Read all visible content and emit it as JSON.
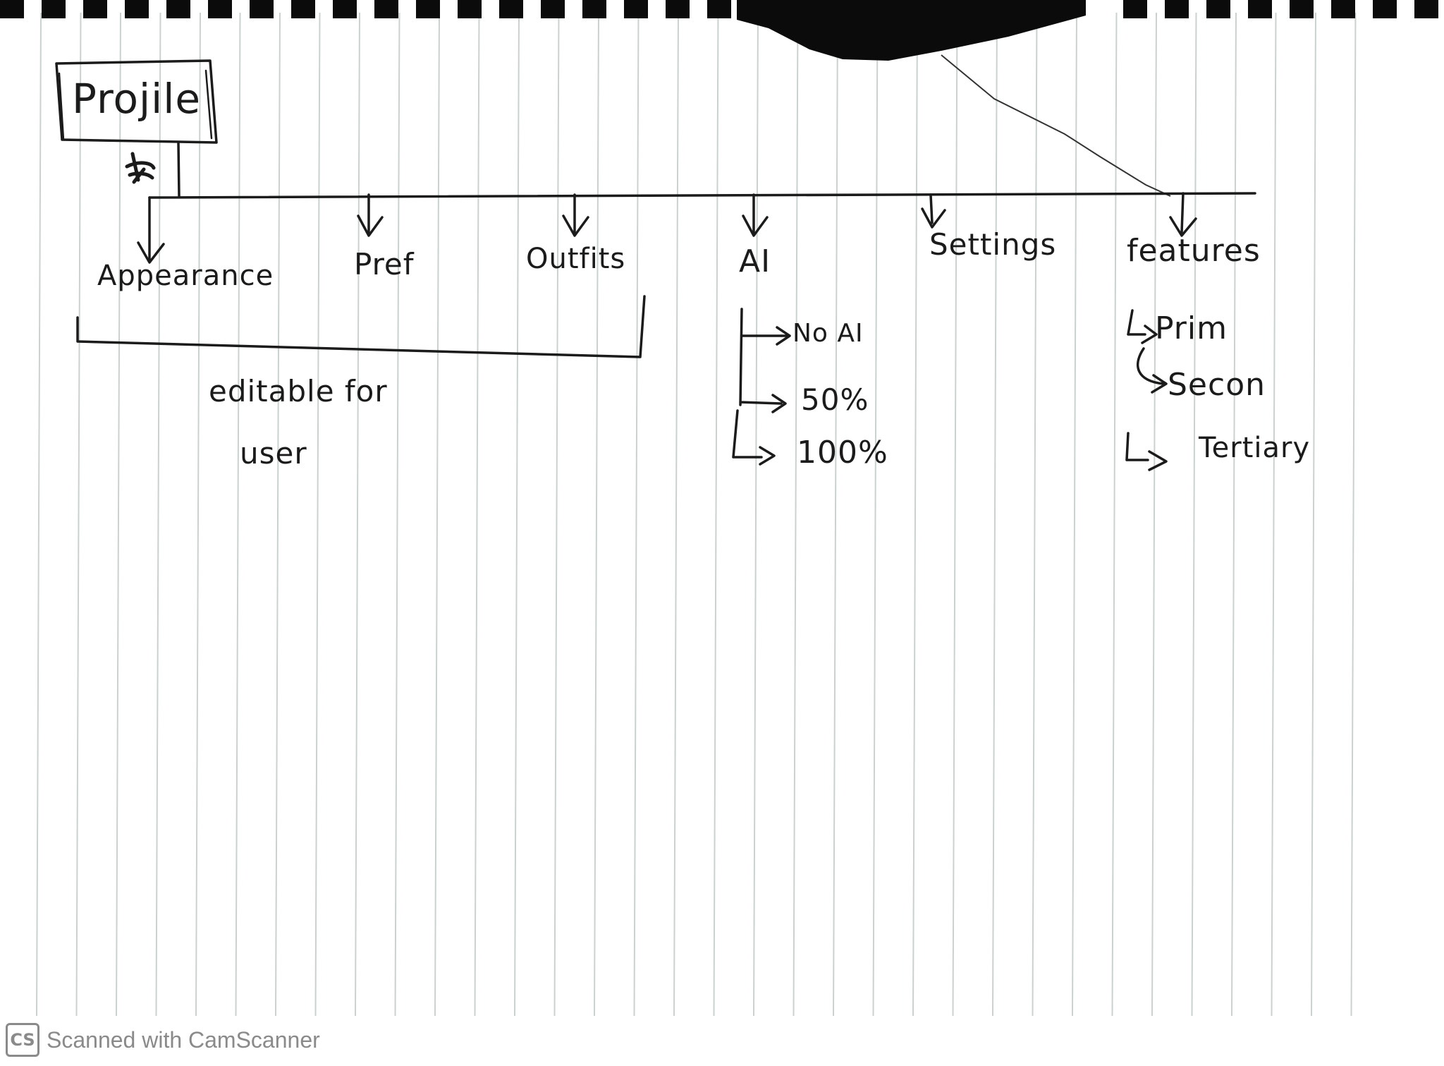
{
  "diagram": {
    "root": "Projile",
    "branches": [
      "Appearance",
      "Pref",
      "Outfits",
      "AI",
      "Settings",
      "features"
    ],
    "ai_options": [
      "No AI",
      "50%",
      "100%"
    ],
    "feature_options": [
      "Prim",
      "Secon",
      "Tertiary"
    ],
    "note_line1": "editable for",
    "note_line2": "user"
  },
  "footer": {
    "logo_text": "CS",
    "text": "Scanned with CamScanner"
  },
  "colors": {
    "ink": "#1b1b1b",
    "paper": "#ffffff",
    "rule_line": "#c9d2d0",
    "binding": "#0b0b0b",
    "watermark": "#8a8a8a"
  },
  "icons": [
    "camscanner-logo-icon",
    "down-arrow-icon",
    "corner-arrow-icon"
  ]
}
